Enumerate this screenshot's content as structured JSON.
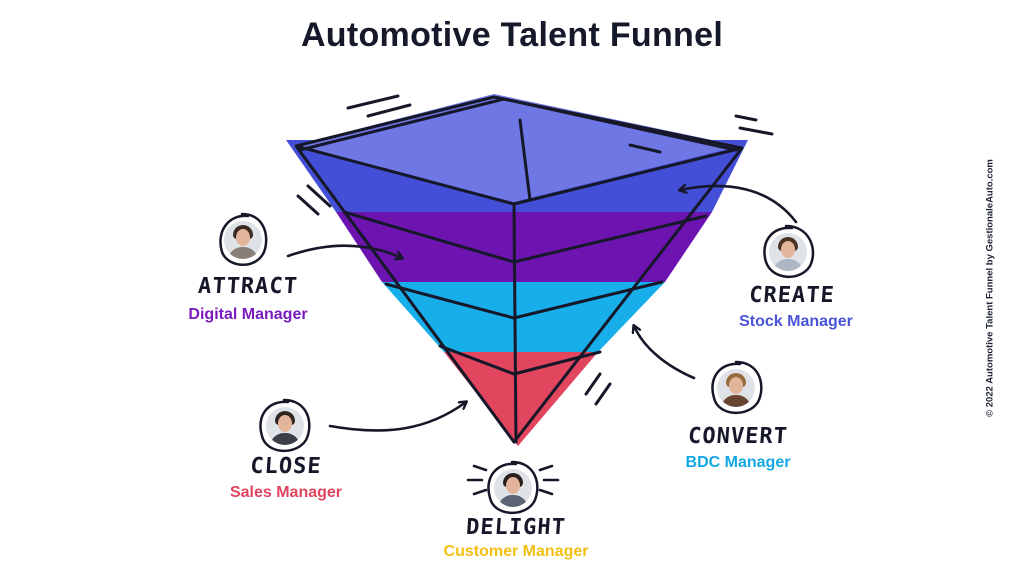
{
  "title": "Automotive Talent Funnel",
  "credit": "© 2022 Automotive Talent Funnel by GestionaleAuto.com",
  "colors": {
    "title": "#15192a",
    "layer_top": "#6f77e4",
    "layer_blue": "#434fd6",
    "layer_purple": "#6d14b0",
    "layer_cyan": "#17aee9",
    "layer_red": "#e2465f",
    "outline": "#16182a"
  },
  "stages": [
    {
      "key": "attract",
      "action": "ATTRACT",
      "role": "Digital Manager",
      "role_color": "#7a1cc0",
      "avatar": "avatar-woman-dark-hair"
    },
    {
      "key": "create",
      "action": "CREATE",
      "role": "Stock Manager",
      "role_color": "#4a55d8",
      "avatar": "avatar-man-smiling"
    },
    {
      "key": "convert",
      "action": "CONVERT",
      "role": "BDC Manager",
      "role_color": "#13a8e4",
      "avatar": "avatar-woman-glasses"
    },
    {
      "key": "close",
      "action": "CLOSE",
      "role": "Sales Manager",
      "role_color": "#e04560",
      "avatar": "avatar-man-suit"
    },
    {
      "key": "delight",
      "action": "DELIGHT",
      "role": "Customer  Manager",
      "role_color": "#f2bf12",
      "avatar": "avatar-man-beard"
    }
  ]
}
